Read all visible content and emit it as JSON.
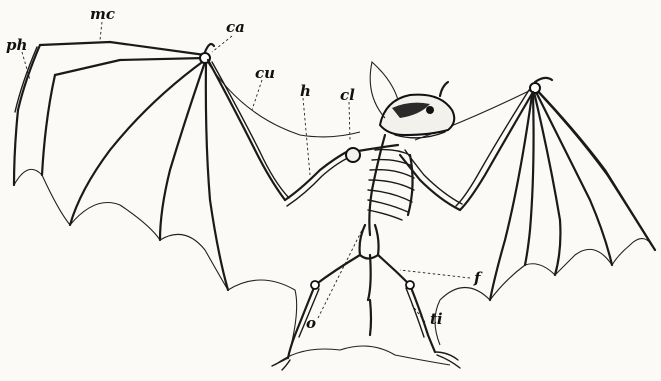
{
  "figure": {
    "subject": "bat-skeleton",
    "labels": {
      "ph": "ph",
      "mc": "mc",
      "ca": "ca",
      "cu": "cu",
      "h": "h",
      "cl": "cl",
      "f": "f",
      "o": "o",
      "ti": "ti"
    }
  }
}
